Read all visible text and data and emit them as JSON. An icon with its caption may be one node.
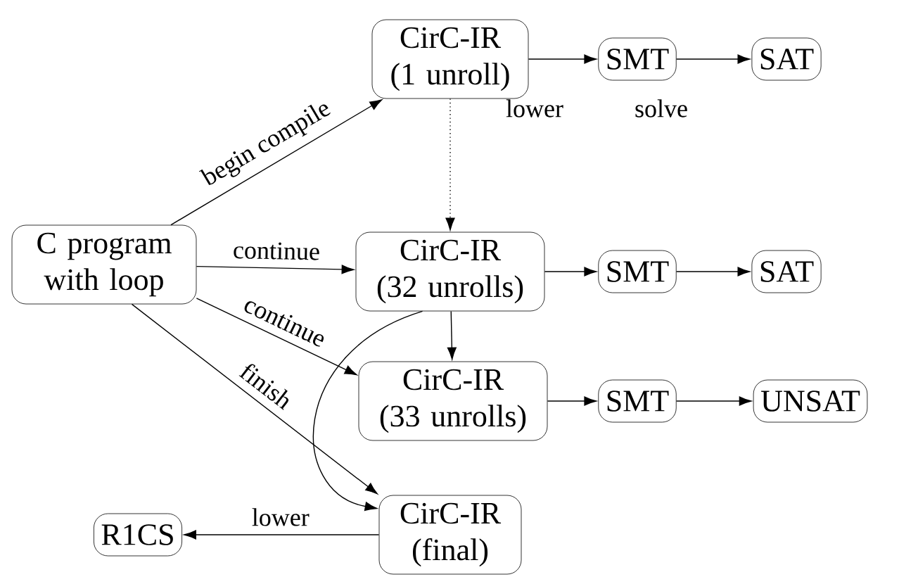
{
  "diagram": {
    "nodes": [
      {
        "text": [
          "C program with loop"
        ]
      },
      {
        "text": [
          "CirC-IR (1 unroll)"
        ]
      },
      {
        "text": [
          "SMT"
        ]
      },
      {
        "text": [
          "SAT"
        ]
      },
      {
        "text": [
          "CirC-IR (32 unrolls)"
        ]
      },
      {
        "text": [
          "SMT"
        ]
      },
      {
        "text": [
          "SAT"
        ]
      },
      {
        "text": [
          "CirC-IR (33 unrolls)"
        ]
      },
      {
        "text": [
          "SMT"
        ]
      },
      {
        "text": [
          "UNSAT"
        ]
      },
      {
        "text": [
          "CirC-IR (final)"
        ]
      },
      {
        "text": [
          "R1CS"
        ]
      }
    ],
    "edges": [
      {
        "from": 0,
        "to": 1,
        "arrow": "to",
        "label": "begin compile"
      },
      {
        "from": 1,
        "to": 2,
        "arrow": "to",
        "label": "lower"
      },
      {
        "from": 2,
        "to": 3,
        "arrow": "to",
        "label": "solve"
      },
      {
        "from": 1,
        "to": 4,
        "arrow": "to",
        "style": "dashed"
      },
      {
        "from": 0,
        "to": 4,
        "arrow": "to",
        "label": "continue"
      },
      {
        "from": 4,
        "to": 5,
        "arrow": "to"
      },
      {
        "from": 5,
        "to": 6,
        "arrow": "to"
      },
      {
        "from": 4,
        "to": 7,
        "arrow": "to"
      },
      {
        "from": 0,
        "to": 7,
        "arrow": "to",
        "label": "continue"
      },
      {
        "from": 7,
        "to": 8,
        "arrow": "to"
      },
      {
        "from": 8,
        "to": 9,
        "arrow": "to"
      },
      {
        "from": 0,
        "to": 10,
        "arrow": "to",
        "label": "finish"
      },
      {
        "from": 4,
        "to": 10,
        "arrow": "to"
      },
      {
        "from": 10,
        "to": 11,
        "arrow": "to",
        "label": "lower"
      }
    ]
  }
}
